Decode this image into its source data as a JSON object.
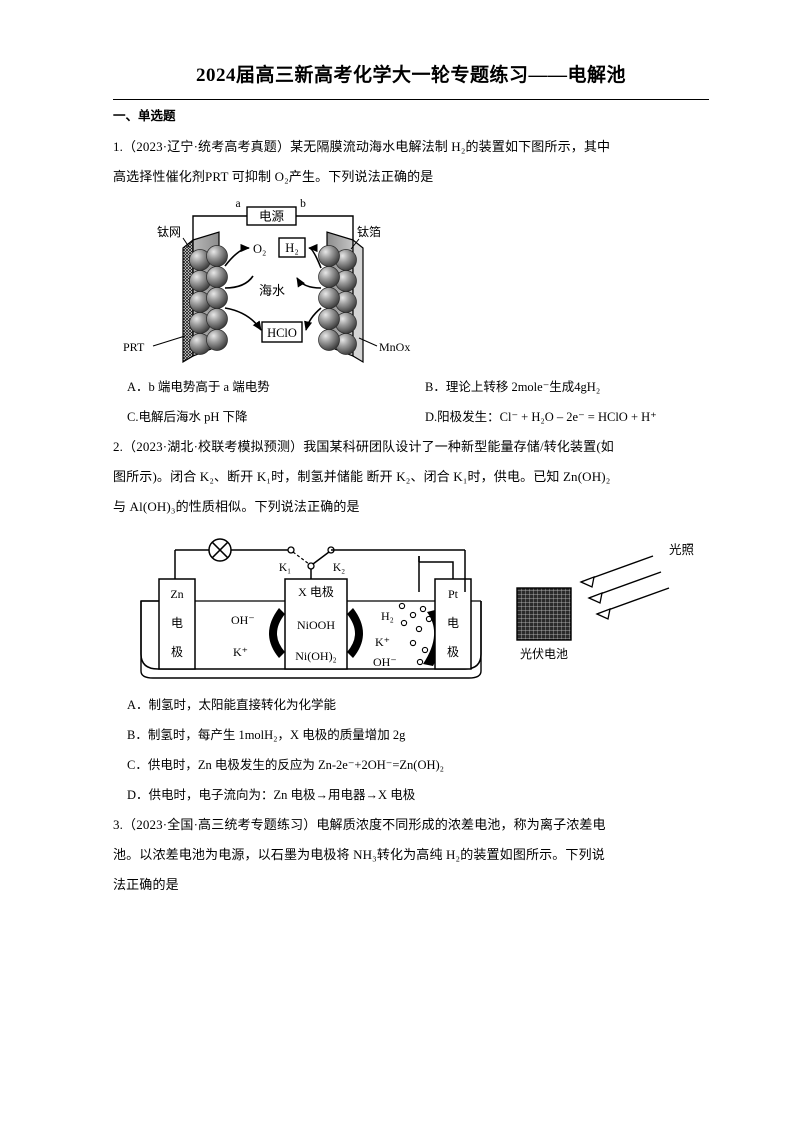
{
  "document": {
    "title": "2024届高三新高考化学大一轮专题练习——电解池",
    "section_heading": "一、单选题"
  },
  "questions": [
    {
      "id": "q1",
      "number": "1",
      "stem_line1": "1.（2023·辽宁·统考高考真题）某无隔膜流动海水电解法制 H₂的装置如下图所示，其中",
      "stem_line2": "高选择性催化剂PRT 可抑制 O₂产生。下列说法正确的是",
      "options": [
        {
          "key": "A",
          "text": "A．b 端电势高于 a 端电势"
        },
        {
          "key": "B",
          "text": "B．理论上转移 2mole⁻生成4gH₂"
        },
        {
          "key": "C",
          "text": "C.电解后海水 pH 下降"
        },
        {
          "key": "D",
          "text": "D.阳极发生：Cl⁻ + H₂O – 2e⁻ = HClO + H⁺"
        }
      ],
      "figure": {
        "name": "seawater-electrolysis-diagram",
        "power_supply": "电源",
        "terminal_a": "a",
        "terminal_b": "b",
        "left_mesh_label": "钛网",
        "right_foil_label": "钛箔",
        "catalyst_left": "PRT",
        "catalyst_right": "MnOx",
        "gas_left": "O₂",
        "gas_right": "H₂",
        "electrolyte": "海水",
        "product": "HClO"
      }
    },
    {
      "id": "q2",
      "number": "2",
      "stem_line1": "2.（2023·湖北·校联考模拟预测）我国某科研团队设计了一种新型能量存储/转化装置(如",
      "stem_line2": "图所示)。闭合 K₂、断开 K₁时，制氢并储能 断开 K₂、闭合 K₁时，供电。已知 Zn(OH)₂",
      "stem_line3": "与 Al(OH)₃的性质相似。下列说法正确的是",
      "options": [
        {
          "key": "A",
          "text": "A．制氢时，太阳能直接转化为化学能"
        },
        {
          "key": "B",
          "text": "B．制氢时，每产生 1molH₂，X 电极的质量增加 2g"
        },
        {
          "key": "C",
          "text": "C．供电时，Zn 电极发生的反应为 Zn-2e⁻+2OH⁻=Zn(OH)₂"
        },
        {
          "key": "D",
          "text": "D．供电时，电子流向为：Zn 电极→用电器→X 电极"
        }
      ],
      "figure": {
        "name": "energy-storage-device-diagram",
        "lamp": "lamp-icon",
        "switch_k1": "K₁",
        "switch_k2": "K₂",
        "zn_electrode": "Zn 电 极",
        "zn_electrode_l1": "Zn",
        "zn_electrode_l2": "电",
        "zn_electrode_l3": "极",
        "x_electrode": "X 电极",
        "redox_upper": "NiOOH",
        "redox_lower": "Ni(OH)₂",
        "ion_oh_left": "OH⁻",
        "ion_k_left": "K⁺",
        "ion_k_right": "K⁺",
        "ion_oh_right": "OH⁻",
        "gas_h2": "H₂",
        "pt_electrode_l1": "Pt",
        "pt_electrode_l2": "电",
        "pt_electrode_l3": "极",
        "solar_cell": "光伏电池",
        "light": "光照"
      }
    },
    {
      "id": "q3",
      "number": "3",
      "stem_line1": "3.（2023·全国·高三统考专题练习）电解质浓度不同形成的浓差电池，称为离子浓差电",
      "stem_line2": "池。以浓差电池为电源，以石墨为电极将 NH₃转化为高纯 H₂的装置如图所示。下列说",
      "stem_line3": "法正确的是"
    }
  ],
  "colors": {
    "ink": "#000000",
    "paper": "#ffffff",
    "sphere_dark": "#4a4a4a",
    "sphere_mid": "#8a8a8a",
    "sphere_light": "#d8d8d8",
    "plate_gray": "#9a9a9a",
    "plate_light": "#cfcfcf"
  }
}
